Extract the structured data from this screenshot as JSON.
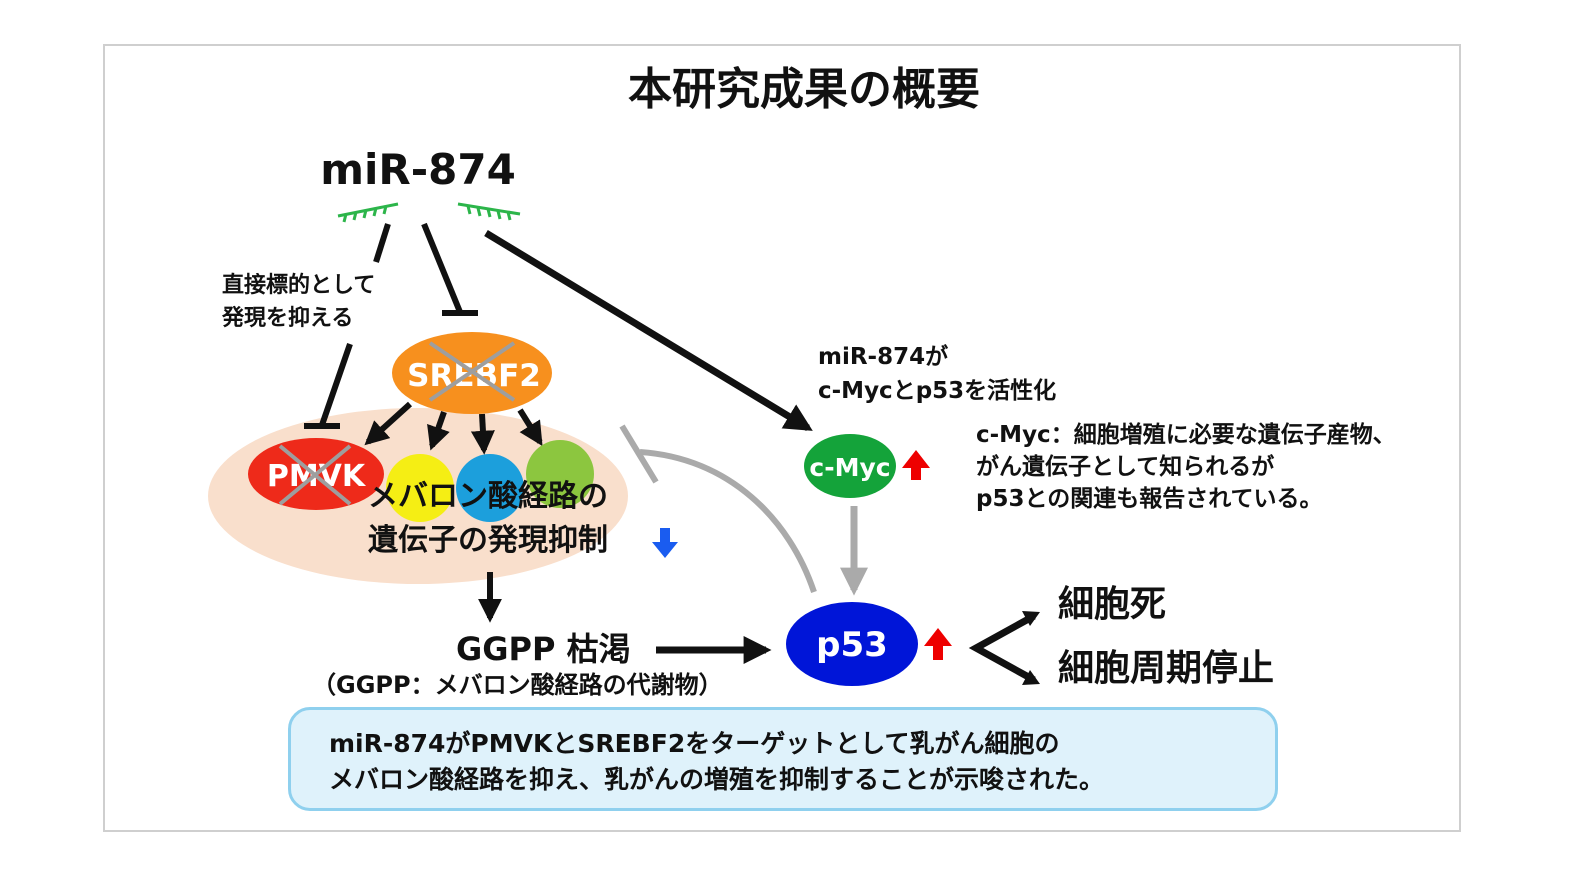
{
  "title": "本研究成果の概要",
  "mirna": "miR-874",
  "direct_target_note": [
    "直接標的として",
    "発現を抑える"
  ],
  "srebf2": "SREBF2",
  "pmvk": "PMVK",
  "mevalonate_note": [
    "メバロン酸経路の",
    "遺伝子の発現抑制"
  ],
  "ggpp": "GGPP 枯渇",
  "ggpp_note": "（GGPP：メバロン酸経路の代謝物）",
  "activation_note": [
    "miR-874が",
    "c-Mycとp53を活性化"
  ],
  "cmyc": "c-Myc",
  "cmyc_note": [
    "c-Myc：細胞増殖に必要な遺伝子産物、",
    "がん遺伝子として知られるが",
    "p53との関連も報告されている。"
  ],
  "p53": "p53",
  "outcomes": [
    "細胞死",
    "細胞周期停止"
  ],
  "summary": [
    "miR-874がPMVKとSREBF2をターゲットとして乳がん細胞の",
    "メバロン酸経路を抑え、乳がんの増殖を抑制することが示唆された。"
  ],
  "colors": {
    "srebf2": "#f7901e",
    "pmvk": "#ee2a1a",
    "gene_yellow": "#f5ee14",
    "gene_blue": "#1c9fdc",
    "gene_green": "#8cc63f",
    "cmyc": "#14a33a",
    "p53": "#0015d8",
    "up_arrow": "#ee0000",
    "down_arrow": "#1a5cf0",
    "pathway_bg": "#f9dfcc",
    "summary_bg": "#dff2fb",
    "summary_border": "#8fd0ee"
  }
}
